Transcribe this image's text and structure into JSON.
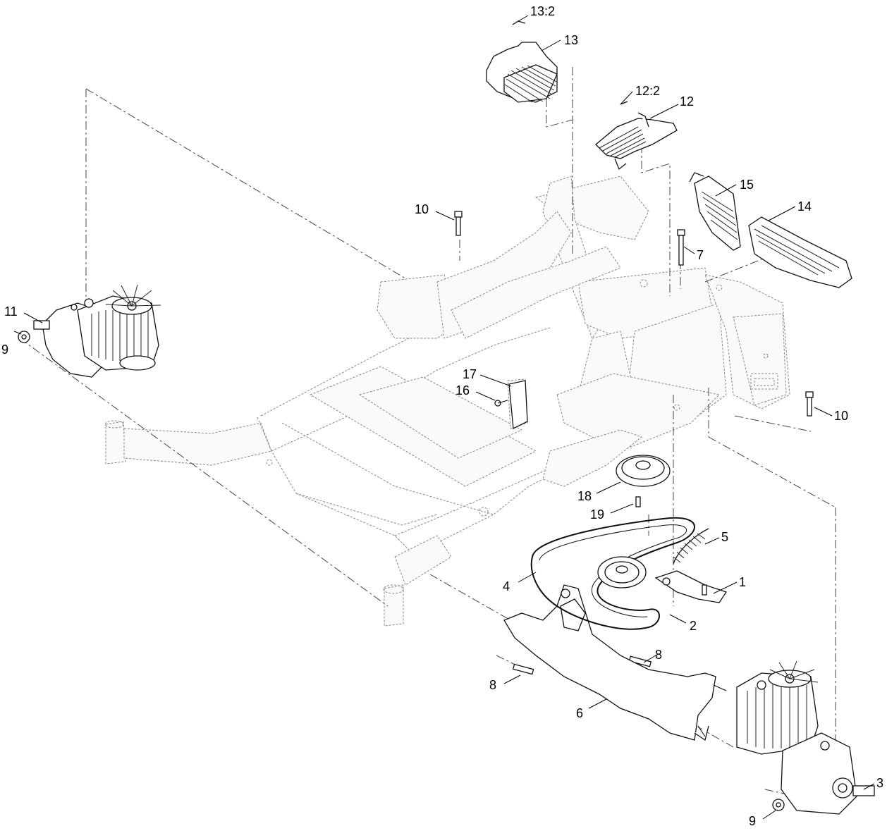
{
  "callouts": [
    {
      "id": "c1",
      "text": "1"
    },
    {
      "id": "c2",
      "text": "2"
    },
    {
      "id": "c3",
      "text": "3"
    },
    {
      "id": "c4",
      "text": "4"
    },
    {
      "id": "c5",
      "text": "5"
    },
    {
      "id": "c6",
      "text": "6"
    },
    {
      "id": "c7",
      "text": "7"
    },
    {
      "id": "c8a",
      "text": "8"
    },
    {
      "id": "c8b",
      "text": "8"
    },
    {
      "id": "c9a",
      "text": "9"
    },
    {
      "id": "c9b",
      "text": "9"
    },
    {
      "id": "c10a",
      "text": "10"
    },
    {
      "id": "c10b",
      "text": "10"
    },
    {
      "id": "c11",
      "text": "11"
    },
    {
      "id": "c12",
      "text": "12"
    },
    {
      "id": "c12b",
      "text": "12:2"
    },
    {
      "id": "c13",
      "text": "13"
    },
    {
      "id": "c13b",
      "text": "13:2"
    },
    {
      "id": "c14",
      "text": "14"
    },
    {
      "id": "c15",
      "text": "15"
    },
    {
      "id": "c16",
      "text": "16"
    },
    {
      "id": "c17",
      "text": "17"
    },
    {
      "id": "c18",
      "text": "18"
    },
    {
      "id": "c19",
      "text": "19"
    }
  ],
  "parts": {
    "frame": "frame-ghost",
    "left_transaxle": "hydro-transaxle",
    "right_transaxle": "hydro-transaxle",
    "idler_pulley": "idler-pulley",
    "belt": "drive-belt",
    "spring": "extension-spring",
    "pump_mount_bracket": "pump-mount-bracket",
    "engine_pulley": "pulley",
    "shields": [
      "heat-shield-12",
      "heat-shield-13",
      "heat-shield-14",
      "heat-shield-15"
    ]
  }
}
